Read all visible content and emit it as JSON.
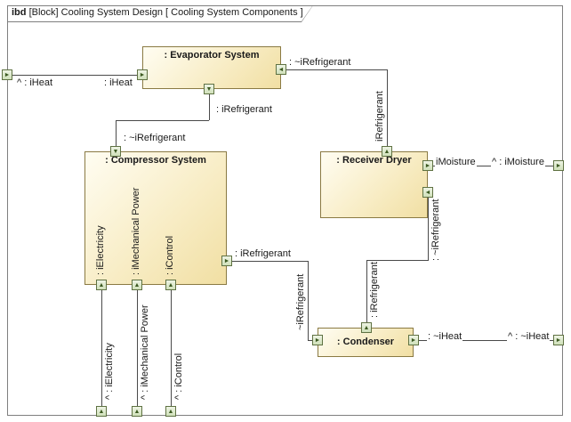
{
  "window": {
    "title_tag": "ibd",
    "title_text": "[Block] Cooling System Design [ Cooling System Components ]"
  },
  "blocks": {
    "evaporator": ": Evaporator System",
    "compressor": ": Compressor System",
    "receiver": ": Receiver Dryer",
    "condenser": ": Condenser"
  },
  "port_labels": {
    "frame_iheat": "^ : iHeat",
    "evap_iheat": ": iHeat",
    "evap_refr_out": ": ~iRefrigerant",
    "evap_refr_bottom": ": iRefrigerant",
    "comp_refr_in": ": ~iRefrigerant",
    "comp_refr_out": ": iRefrigerant",
    "recv_refr_in_vertical": "iRefrigerant",
    "recv_moisture": "iMoisture",
    "frame_moisture": "^ : iMoisture",
    "recv_refr_down": ": ~iRefrigerant",
    "cond_refr_top": ": iRefrigerant",
    "cond_refr_left": "~iRefrigerant",
    "cond_heat": ": ~iHeat",
    "frame_heat": "^ : ~iHeat",
    "comp_electricity": ": iElectricity",
    "comp_mech_power": ": iMechanical Power",
    "comp_control": ": iControl",
    "frame_electricity": "^ : iElectricity",
    "frame_mech_power": "^ : iMechanical Power",
    "frame_control": "^ : iControl"
  },
  "icons": {
    "arrow_up": "▲",
    "arrow_down": "▼",
    "arrow_left": "◄",
    "arrow_right": "►"
  },
  "colors": {
    "block_border": "#8a7a43",
    "block_fill": "#f1dfa3",
    "port_fill": "#dcead0",
    "port_border": "#5f7243",
    "connector": "#4a4a4a",
    "frame_border": "#7f7f7f"
  }
}
